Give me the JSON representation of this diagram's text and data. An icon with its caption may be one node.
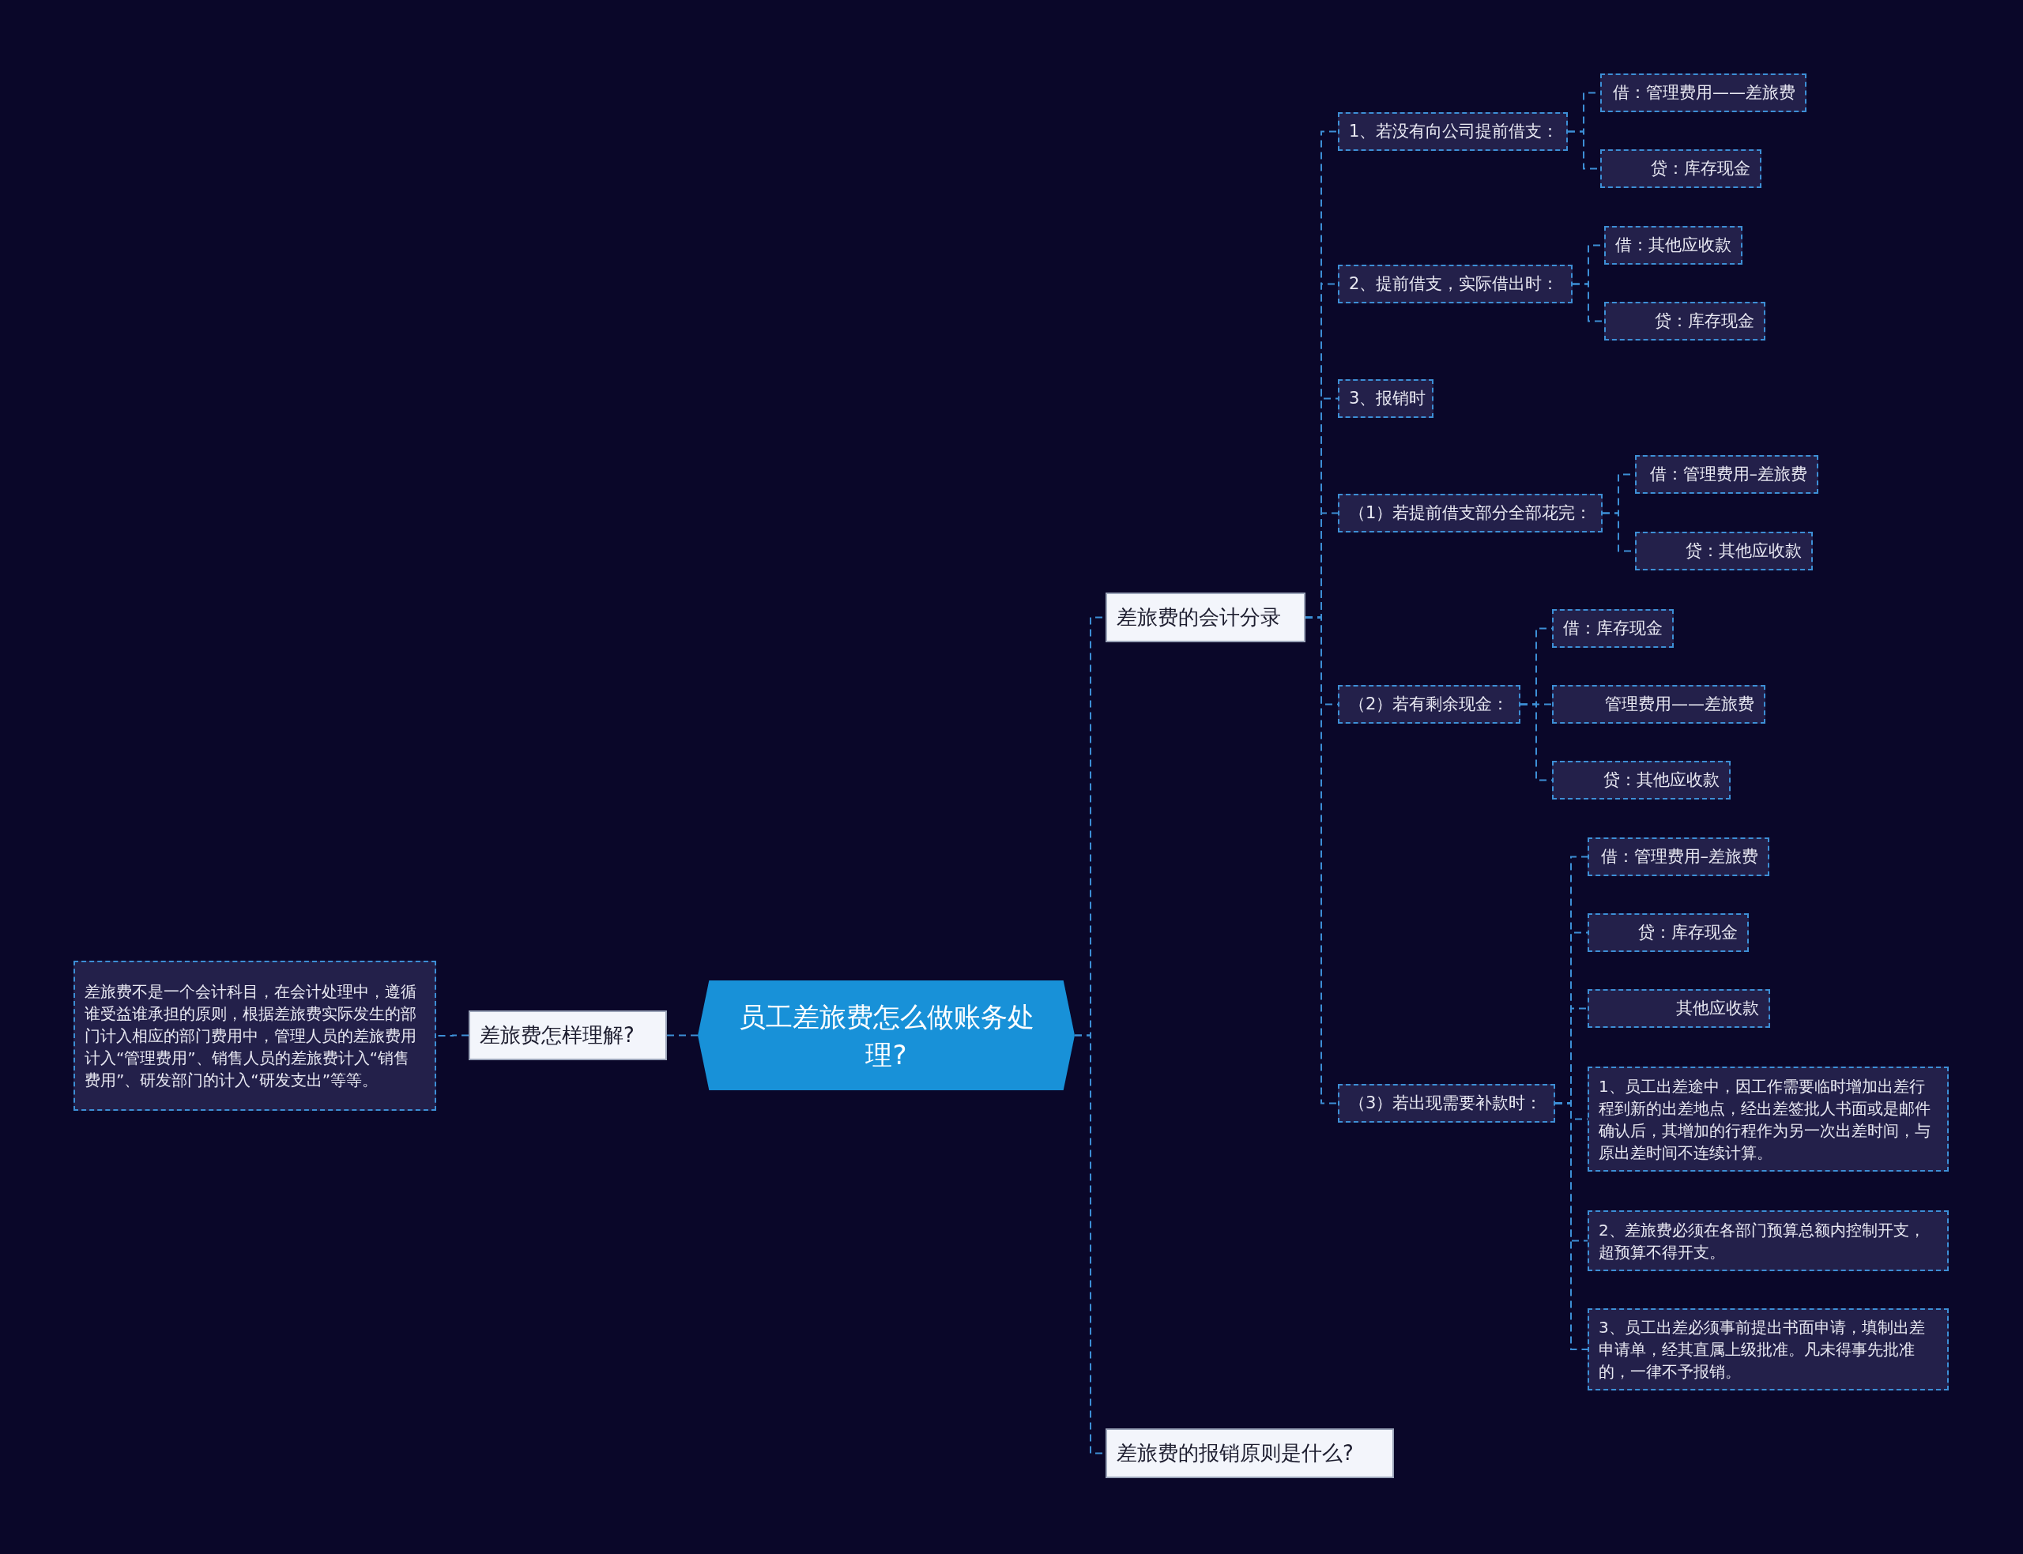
{
  "diagram": {
    "nodes": [
      {
        "text": [
          "员工差旅费怎么做账务处理?"
        ]
      },
      {
        "text": [
          "差旅费怎样理解?"
        ]
      },
      {
        "text": [
          "差旅费不是一个会计科目，在会计处理中，遵循谁受益谁承担的原则，根据差旅费实际发生的部门计入相应的部门费用中，管理人员的差旅费用计入“管理费用”、销售人员的差旅费计入“销售费用”、研发部门的计入“研发支出”等等。"
        ]
      },
      {
        "text": [
          "差旅费的会计分录"
        ]
      },
      {
        "text": [
          "1、若没有向公司提前借支："
        ]
      },
      {
        "text": [
          "借：管理费用——差旅费"
        ]
      },
      {
        "text": [
          "贷：库存现金"
        ]
      },
      {
        "text": [
          "2、提前借支，实际借出时："
        ]
      },
      {
        "text": [
          "借：其他应收款"
        ]
      },
      {
        "text": [
          "贷：库存现金"
        ]
      },
      {
        "text": [
          "3、报销时"
        ]
      },
      {
        "text": [
          "（1）若提前借支部分全部花完："
        ]
      },
      {
        "text": [
          "借：管理费用–差旅费"
        ]
      },
      {
        "text": [
          "贷：其他应收款"
        ]
      },
      {
        "text": [
          "（2）若有剩余现金："
        ]
      },
      {
        "text": [
          "借：库存现金"
        ]
      },
      {
        "text": [
          "管理费用——差旅费"
        ]
      },
      {
        "text": [
          "贷：其他应收款"
        ]
      },
      {
        "text": [
          "（3）若出现需要补款时："
        ]
      },
      {
        "text": [
          "借：管理费用–差旅费"
        ]
      },
      {
        "text": [
          "贷：库存现金"
        ]
      },
      {
        "text": [
          "其他应收款"
        ]
      },
      {
        "text": [
          "1、员工出差途中，因工作需要临时增加出差行程到新的出差地点，经出差签批人书面或是邮件确认后，其增加的行程作为另一次出差时间，与原出差时间不连续计算。"
        ]
      },
      {
        "text": [
          "2、差旅费必须在各部门预算总额内控制开支，超预算不得开支。"
        ]
      },
      {
        "text": [
          "3、员工出差必须事前提出书面申请，填制出差申请单，经其直属上级批准。凡未得事先批准的，一律不予报销。"
        ]
      },
      {
        "text": [
          "差旅费的报销原则是什么?"
        ]
      }
    ],
    "edges": [
      {
        "from": 0,
        "to": 1,
        "arrow": "none"
      },
      {
        "from": 1,
        "to": 2,
        "arrow": "none"
      },
      {
        "from": 0,
        "to": 3,
        "arrow": "none"
      },
      {
        "from": 3,
        "to": 4,
        "arrow": "none"
      },
      {
        "from": 4,
        "to": 5,
        "arrow": "none"
      },
      {
        "from": 4,
        "to": 6,
        "arrow": "none"
      },
      {
        "from": 3,
        "to": 7,
        "arrow": "none"
      },
      {
        "from": 7,
        "to": 8,
        "arrow": "none"
      },
      {
        "from": 7,
        "to": 9,
        "arrow": "none"
      },
      {
        "from": 3,
        "to": 10,
        "arrow": "none"
      },
      {
        "from": 3,
        "to": 11,
        "arrow": "none"
      },
      {
        "from": 11,
        "to": 12,
        "arrow": "none"
      },
      {
        "from": 11,
        "to": 13,
        "arrow": "none"
      },
      {
        "from": 3,
        "to": 14,
        "arrow": "none"
      },
      {
        "from": 14,
        "to": 15,
        "arrow": "none"
      },
      {
        "from": 14,
        "to": 16,
        "arrow": "none"
      },
      {
        "from": 14,
        "to": 17,
        "arrow": "none"
      },
      {
        "from": 3,
        "to": 18,
        "arrow": "none"
      },
      {
        "from": 18,
        "to": 19,
        "arrow": "none"
      },
      {
        "from": 18,
        "to": 20,
        "arrow": "none"
      },
      {
        "from": 18,
        "to": 21,
        "arrow": "none"
      },
      {
        "from": 18,
        "to": 22,
        "arrow": "none"
      },
      {
        "from": 18,
        "to": 23,
        "arrow": "none"
      },
      {
        "from": 18,
        "to": 24,
        "arrow": "none"
      },
      {
        "from": 0,
        "to": 25,
        "arrow": "none"
      }
    ]
  }
}
